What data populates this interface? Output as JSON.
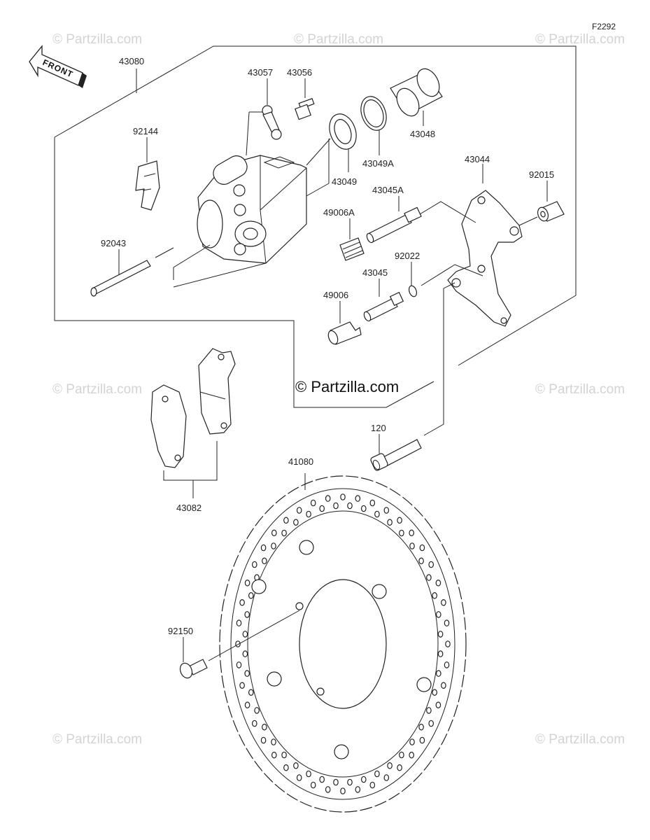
{
  "figure_code": "F2292",
  "front_label": "FRONT",
  "watermark_text": "© Partzilla.com",
  "center_watermark": "© Partzilla.com",
  "labels": {
    "p43080": "43080",
    "p43057": "43057",
    "p43056": "43056",
    "p92144": "92144",
    "p43048": "43048",
    "p43049A": "43049A",
    "p43049": "43049",
    "p43044": "43044",
    "p92015": "92015",
    "p43045A": "43045A",
    "p49006A": "49006A",
    "p92043": "92043",
    "p92022": "92022",
    "p43045": "43045",
    "p49006": "49006",
    "p120": "120",
    "p41080": "41080",
    "p43082": "43082",
    "p92150": "92150"
  },
  "colors": {
    "line": "#222222",
    "watermark": "#d3d3d3"
  }
}
